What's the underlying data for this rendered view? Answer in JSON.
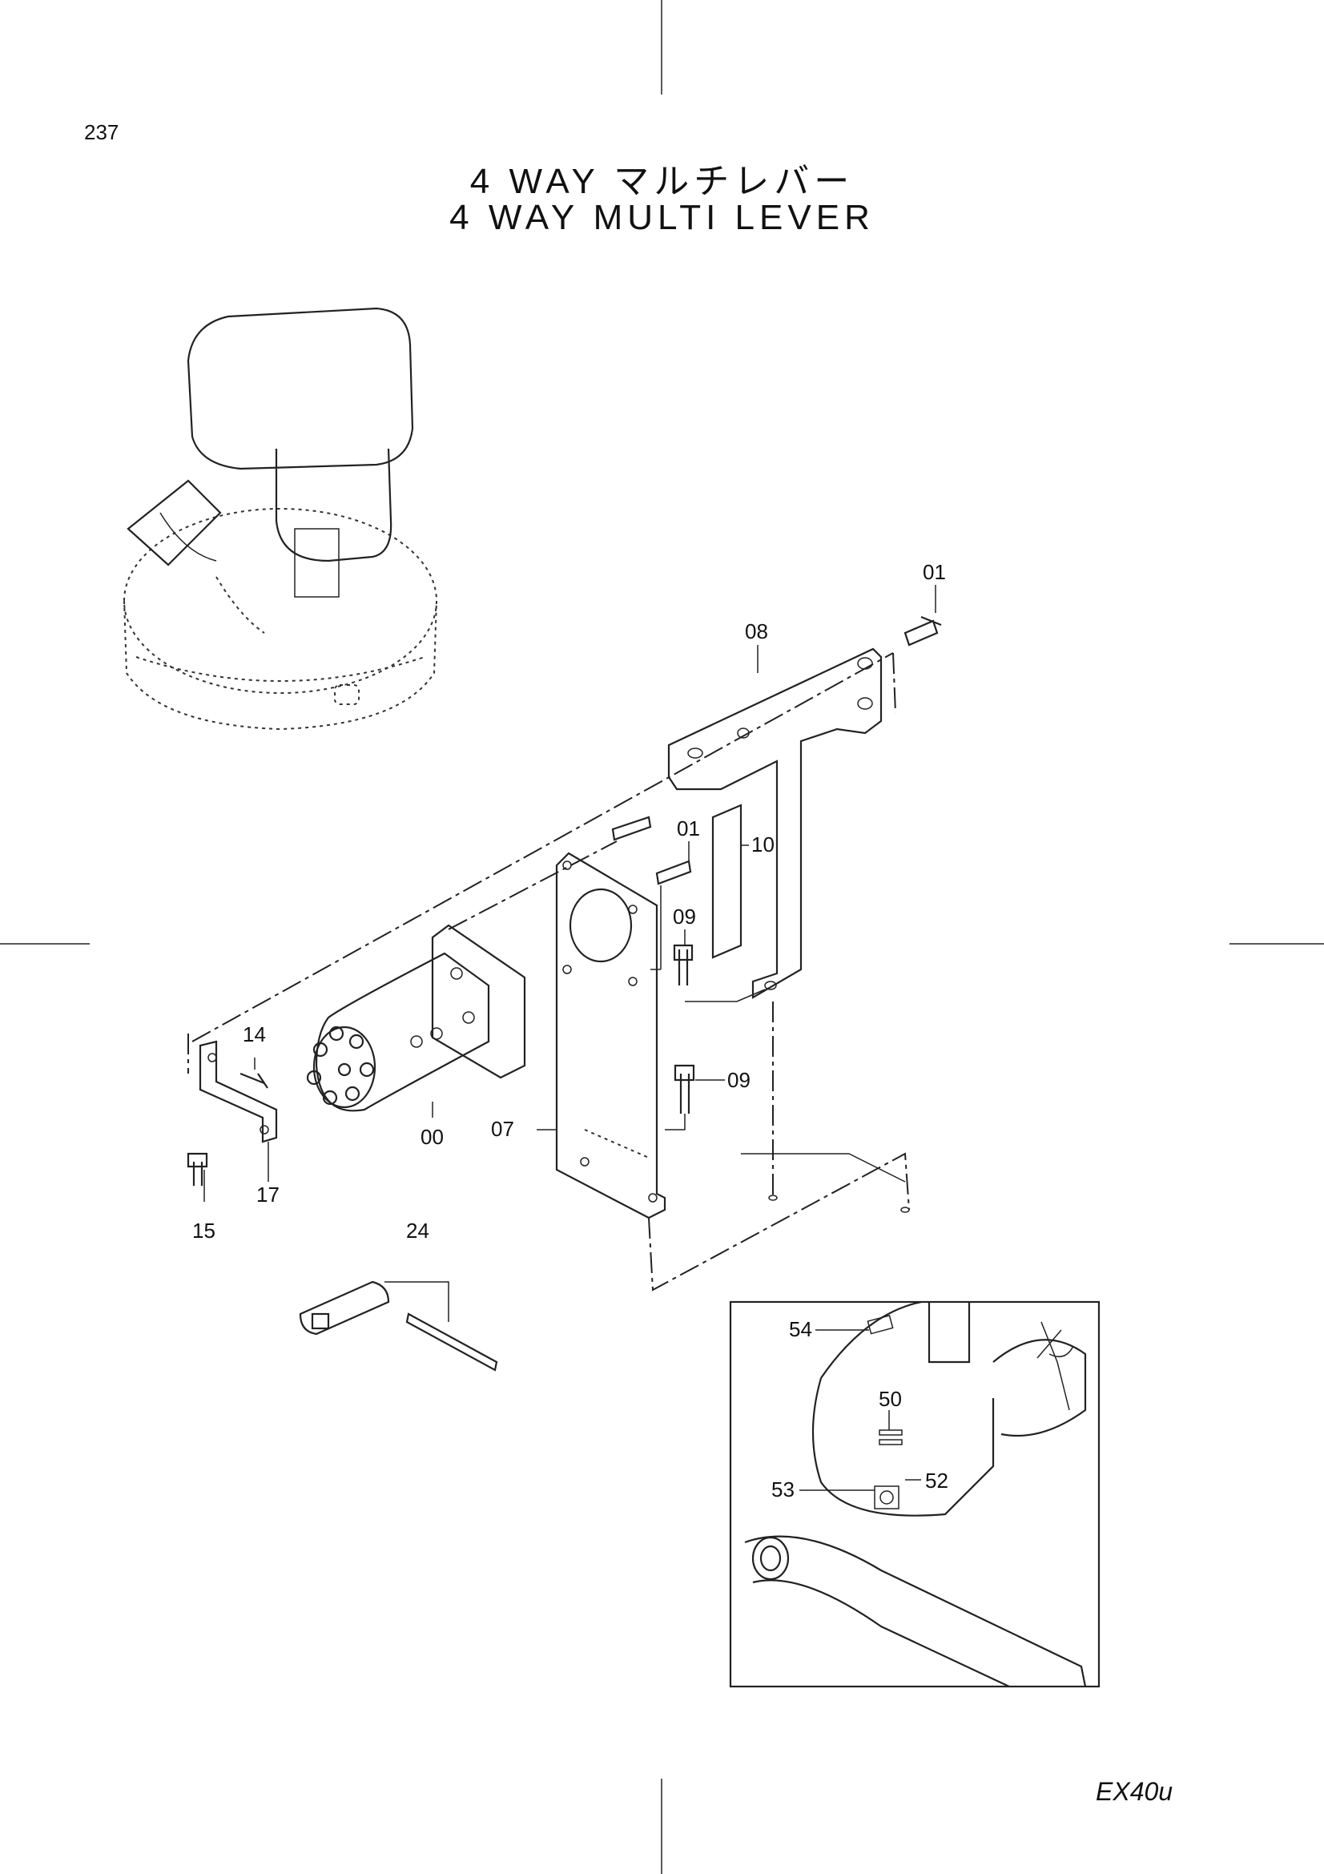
{
  "page": {
    "number": "237",
    "title_ja": "4 WAY マルチレバー",
    "title_en": "4 WAY MULTI LEVER",
    "model": "EX40u"
  },
  "callouts": {
    "c01a": "01",
    "c08": "08",
    "c01b": "01",
    "c10": "10",
    "c09a": "09",
    "c09b": "09",
    "c14": "14",
    "c00": "00",
    "c07": "07",
    "c15": "15",
    "c17": "17",
    "c24": "24",
    "c54": "54",
    "c50": "50",
    "c52": "52",
    "c53": "53"
  }
}
